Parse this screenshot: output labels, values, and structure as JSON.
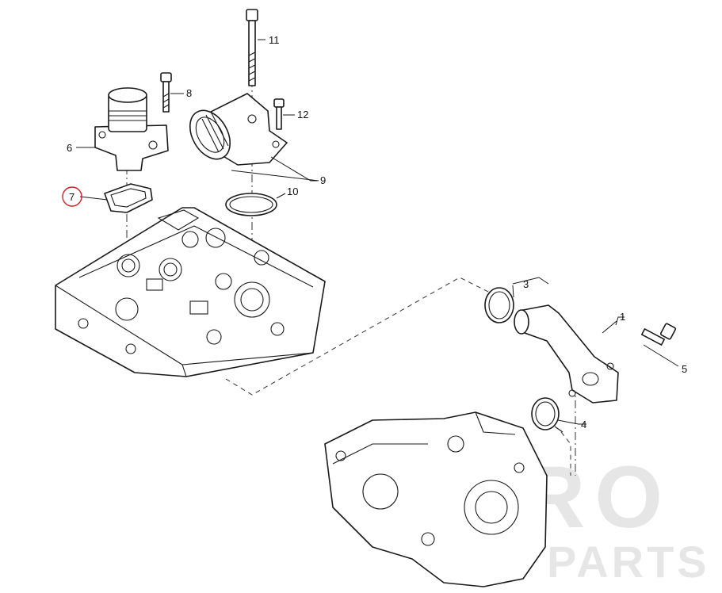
{
  "diagram": {
    "callouts": [
      {
        "id": "1",
        "label": "1"
      },
      {
        "id": "3",
        "label": "3"
      },
      {
        "id": "4",
        "label": "4"
      },
      {
        "id": "5",
        "label": "5"
      },
      {
        "id": "6",
        "label": "6"
      },
      {
        "id": "7",
        "label": "7",
        "highlighted": true
      },
      {
        "id": "8",
        "label": "8"
      },
      {
        "id": "9",
        "label": "9"
      },
      {
        "id": "10",
        "label": "10"
      },
      {
        "id": "11",
        "label": "11"
      },
      {
        "id": "12",
        "label": "12"
      }
    ],
    "highlight_color": "#cc2222"
  },
  "watermark": {
    "line1": "AGRO",
    "line2": "PARTS"
  }
}
